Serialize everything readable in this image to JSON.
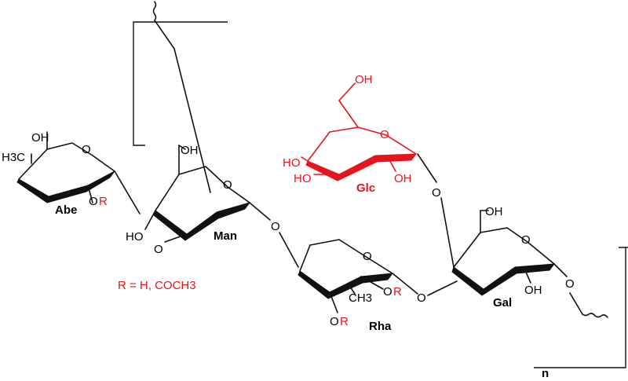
{
  "sugars": {
    "abe": "Abe",
    "man": "Man",
    "rha": "Rha",
    "gal": "Gal",
    "glc": "Glc"
  },
  "atoms": {
    "oh": "OH",
    "ho": "HO",
    "o": "O",
    "h3c": "H3C",
    "ch3": "CH3"
  },
  "substituent": {
    "symbol": "R",
    "definition": "R = H, COCH3"
  },
  "repeat": {
    "subscript": "n"
  },
  "colors": {
    "highlight": "#e4161b",
    "default": "#111111"
  }
}
